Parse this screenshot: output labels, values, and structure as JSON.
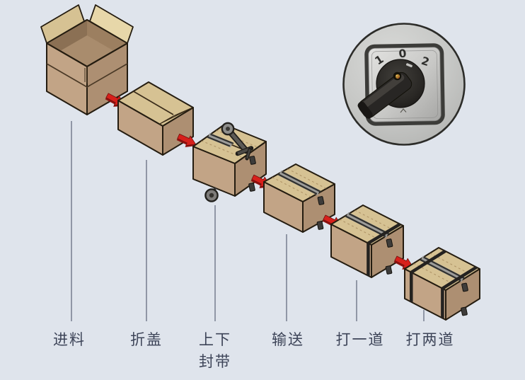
{
  "diagram": {
    "steps": [
      {
        "id": "feed",
        "label": "进料",
        "label2": ""
      },
      {
        "id": "fold-flaps",
        "label": "折盖",
        "label2": ""
      },
      {
        "id": "seal-top-bottom",
        "label": "上下",
        "label2": "封带"
      },
      {
        "id": "convey",
        "label": "输送",
        "label2": ""
      },
      {
        "id": "strap-one",
        "label": "打一道",
        "label2": ""
      },
      {
        "id": "strap-two",
        "label": "打两道",
        "label2": ""
      }
    ]
  },
  "switch_inset": {
    "positions": [
      "1",
      "0",
      "2"
    ]
  },
  "colors": {
    "background": "#dfe4ec",
    "cardboard_top": "#d6c293",
    "cardboard_top_light": "#e7d7a9",
    "cardboard_front": "#c2a486",
    "cardboard_side": "#ad8f72",
    "cardboard_interior": "#8b7054",
    "cardboard_interior_light": "#a98c6d",
    "outline": "#241c10",
    "tape_gray": "#9c9c9a",
    "tape_dark": "#30302e",
    "strap_black": "#242220",
    "arrow_red": "#d7201b",
    "arrow_red_dark": "#8f1210",
    "leader_line": "#5c6478",
    "label_text": "#3d4458",
    "inset_bg": "#c9cac8",
    "inset_border": "#2c2c29",
    "plate_border": "#3c3c39",
    "plate_face": "#c8c8c6",
    "knob_black": "#282624",
    "switch_number": "#2f2f2d"
  }
}
